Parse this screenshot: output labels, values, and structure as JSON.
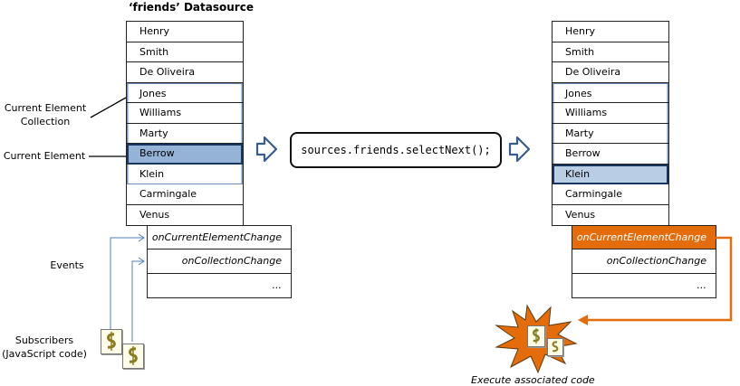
{
  "title": "‘friends’ Datasource",
  "datasource_items": [
    "Henry",
    "Smith",
    "De Oliveira",
    "Jones",
    "Williams",
    "Marty",
    "Berrow",
    "Klein",
    "Carmingale",
    "Venus"
  ],
  "events": [
    "onCurrentElementChange",
    "onCollectionChange",
    "..."
  ],
  "labels": {
    "collection_line1": "Current Element",
    "collection_line2": "Collection",
    "current_element": "Current Element",
    "events": "Events",
    "subscribers_line1": "Subscribers",
    "subscribers_line2": "(JavaScript code)"
  },
  "code": "sources.friends.selectNext();",
  "execute_caption": "Execute associated code",
  "icons": {
    "flow_arrow": "hollow-right-arrow-icon",
    "script": "script-document-icon",
    "burst": "explosion-burst-icon"
  },
  "colors": {
    "current_fill": "#95b3d7",
    "next_fill": "#b9cde5",
    "collection_border": "#17375e",
    "event_highlight": "#e46c0a",
    "subscriber_link": "#4f81bd",
    "arrow_outline": "#385d8a"
  }
}
